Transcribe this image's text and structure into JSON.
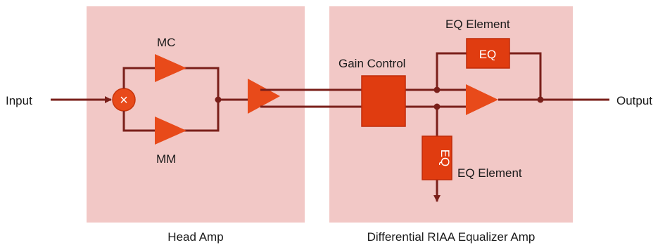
{
  "labels": {
    "input": "Input",
    "output": "Output",
    "mc": "MC",
    "mm": "MM",
    "gain_control": "Gain Control",
    "eq_element_top": "EQ Element",
    "eq_element_bottom": "EQ Element",
    "eq_top": "EQ",
    "eq_bottom": "EQ",
    "mixer_symbol": "×",
    "head_amp": "Head Amp",
    "riaa_amp": "Differential RIAA Equalizer Amp"
  },
  "colors": {
    "panel": "#f2c8c6",
    "wire": "#7a1f1a",
    "component": "#e84a1a"
  }
}
